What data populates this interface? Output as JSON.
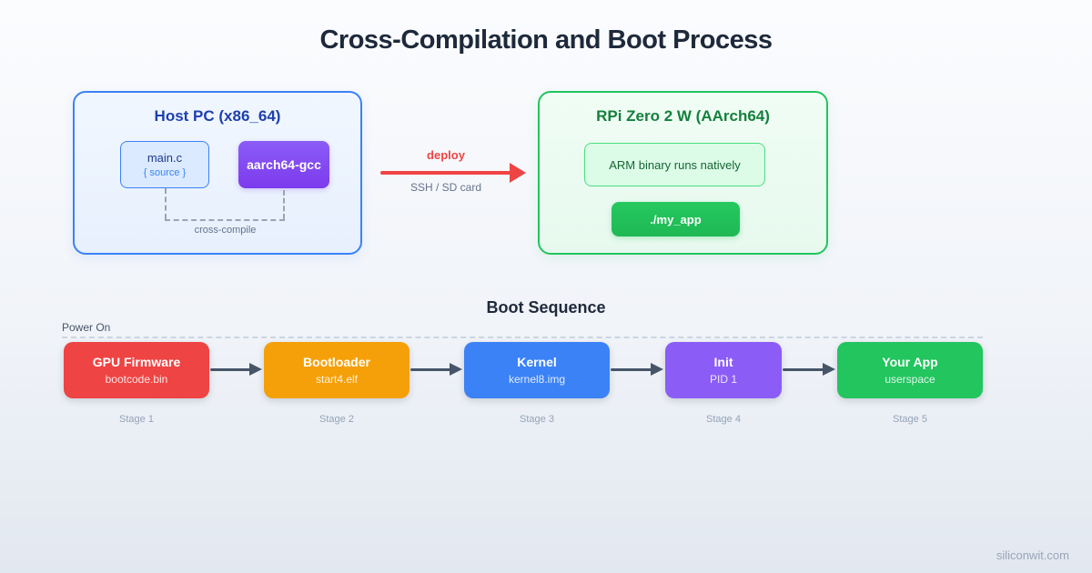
{
  "title": "Cross-Compilation and Boot Process",
  "host": {
    "title": "Host PC (x86_64)",
    "source_file": {
      "name": "main.c",
      "tag": "{ source }"
    },
    "compiler": "aarch64-gcc",
    "connector_label": "cross-compile"
  },
  "deploy": {
    "label": "deploy",
    "sublabel": "SSH / SD card"
  },
  "target": {
    "title": "RPi Zero 2 W (AArch64)",
    "binary_note": "ARM binary runs natively",
    "run_command": "./my_app"
  },
  "boot": {
    "title": "Boot Sequence",
    "power_label": "Power On",
    "stages": [
      {
        "name": "GPU Firmware",
        "file": "bootcode.bin",
        "stage": "Stage 1",
        "color": "#ef4444"
      },
      {
        "name": "Bootloader",
        "file": "start4.elf",
        "stage": "Stage 2",
        "color": "#f5a009"
      },
      {
        "name": "Kernel",
        "file": "kernel8.img",
        "stage": "Stage 3",
        "color": "#3b82f6"
      },
      {
        "name": "Init",
        "file": "PID 1",
        "stage": "Stage 4",
        "color": "#8b5cf6"
      },
      {
        "name": "Your App",
        "file": "userspace",
        "stage": "Stage 5",
        "color": "#22c55e"
      }
    ]
  },
  "watermark": "siliconwit.com",
  "colors": {
    "background_top": "#fbfcfe",
    "background_bottom": "#e2e8f0",
    "title_text": "#1e293b",
    "host_border": "#3b82f6",
    "host_title_text": "#1e40af",
    "source_card_bg": "#dbeafe",
    "source_tag_text": "#3b82f6",
    "compiler_bg": "#7c3aed",
    "deploy_arrow": "#ef4444",
    "target_border": "#22c55e",
    "target_title_text": "#15803d",
    "binary_note_bg": "#dcfce7",
    "run_command_bg": "#22c55e",
    "flow_arrow": "#475569",
    "stage_label_text": "#94a3b8",
    "dashed_rail": "#cbd5e1"
  }
}
